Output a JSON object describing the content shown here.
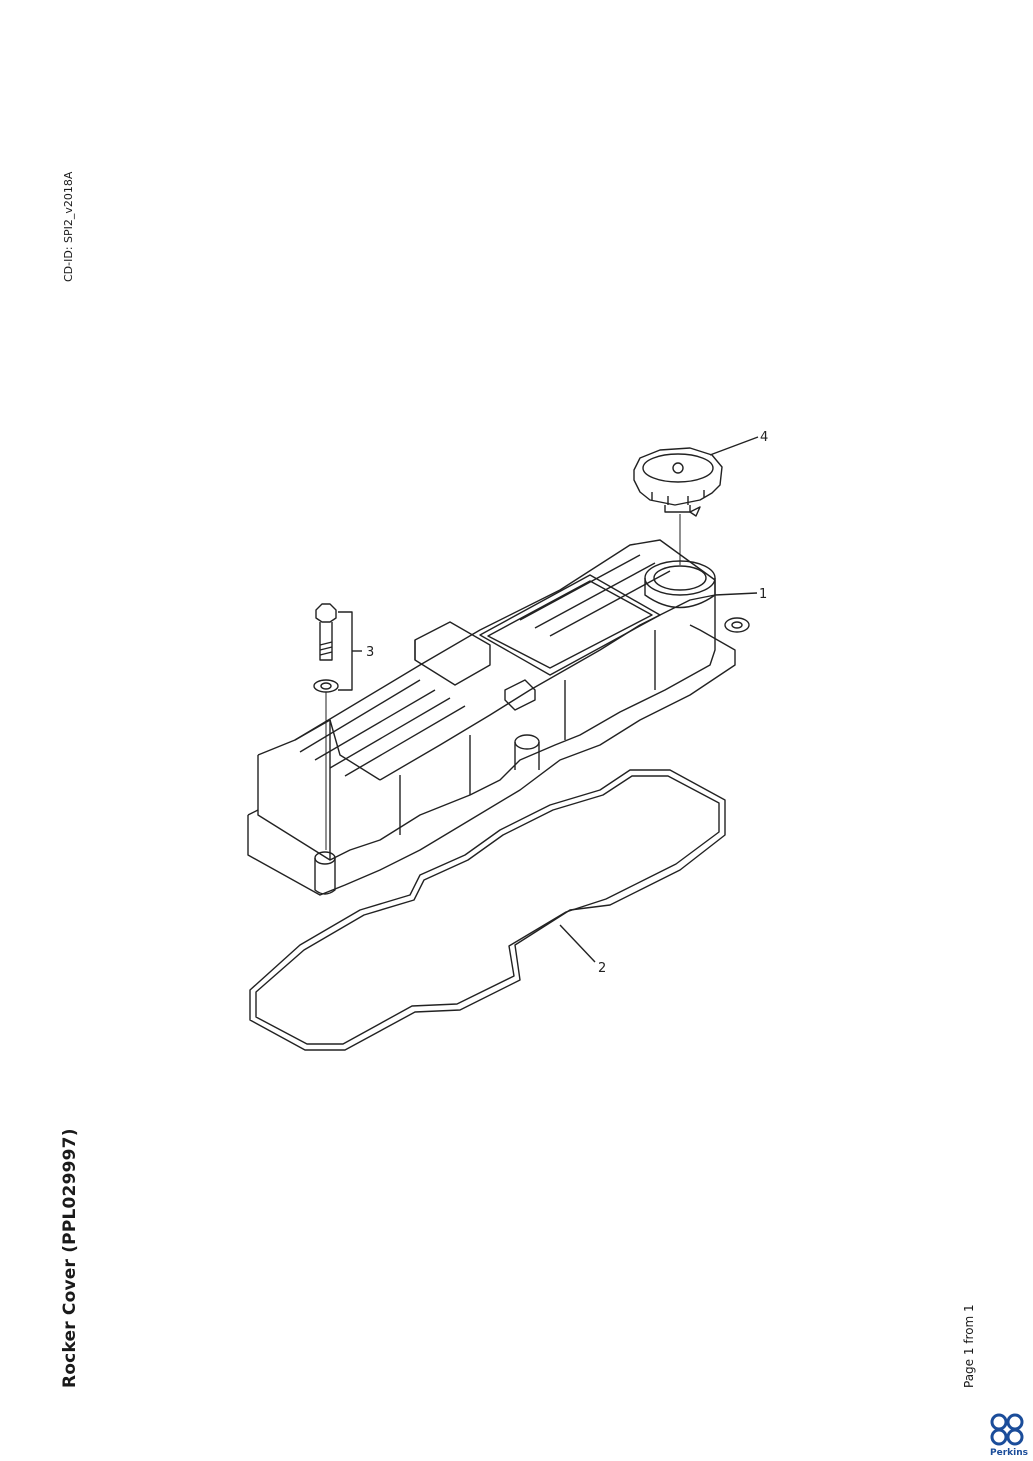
{
  "document": {
    "cd_id": "CD-ID: SPI2_v2018A",
    "title": "Rocker Cover (PPL029997)",
    "page_info": "Page 1 from 1"
  },
  "callouts": {
    "c1": "1",
    "c2": "2",
    "c3": "3",
    "c4": "4"
  },
  "brand": {
    "name": "Perkins",
    "color": "#1b4d9a"
  }
}
